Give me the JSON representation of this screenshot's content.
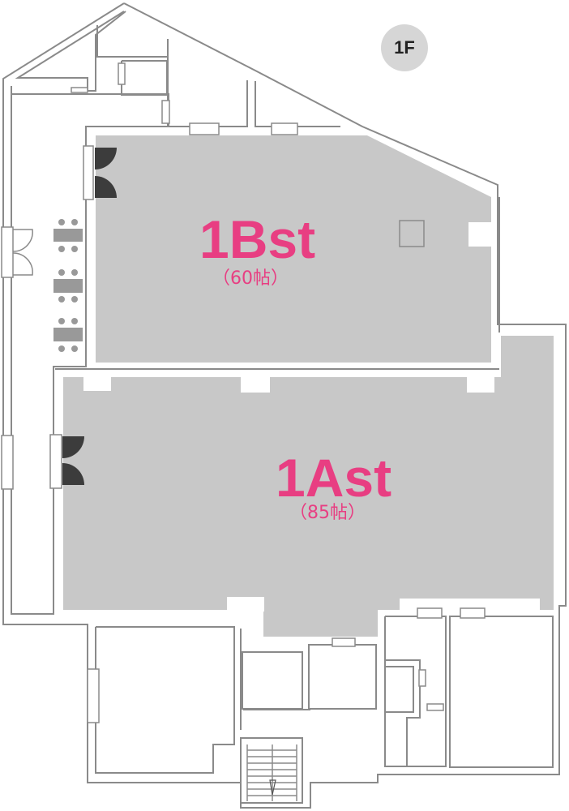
{
  "floor_label": "1F",
  "rooms": [
    {
      "name": "1Bst",
      "size": "（60帖）"
    },
    {
      "name": "1Ast",
      "size": "（85帖）"
    }
  ],
  "colors": {
    "accent": "#e83e82",
    "room_fill": "#c8c8c8",
    "wall": "#8a8a8a",
    "door": "#3c3c3c"
  }
}
